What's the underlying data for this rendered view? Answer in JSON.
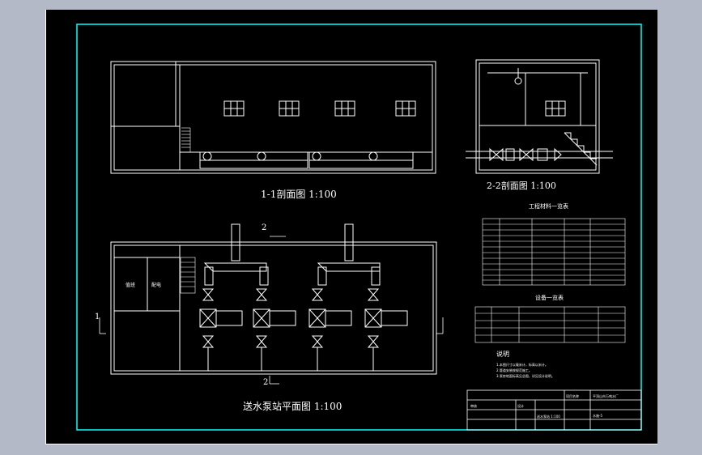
{
  "titles": {
    "section_1_1": "1-1剖面图 1:100",
    "section_2_2": "2-2剖面图 1:100",
    "plan": "送水泵站平面图 1:100"
  },
  "section_marks": {
    "mark_1_left": "1",
    "mark_2_top": "2",
    "mark_2_bottom": "2"
  },
  "tables": {
    "materials_title": "工程材料一览表",
    "equipment_title": "设备一览表"
  },
  "notes": {
    "heading": "说明",
    "lines": [
      "1.本图尺寸以毫米计，标高以米计。",
      "2.管道安装按规范施工。",
      "3.泵房地面标高见总图，详见设计说明。"
    ]
  },
  "plan_rooms": {
    "room_a": "值班",
    "room_b": "配电"
  },
  "title_block": {
    "project_label": "项目名称",
    "project_name": "平顶山市万吨水厂",
    "drawing_name": "送水泵站 1:100",
    "checked_label": "审核",
    "design_label": "设计",
    "drawing_no": "水施-5"
  },
  "colors": {
    "border": "#00ffff",
    "lines": "#ffffff",
    "background": "#000000",
    "frame_bg": "#b3b9c7"
  }
}
